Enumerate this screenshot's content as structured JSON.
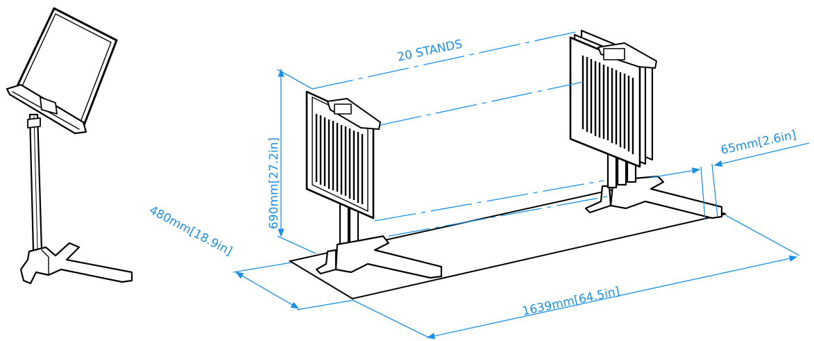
{
  "colors": {
    "dimension": "#1b8fe6",
    "ink": "#000000",
    "fill": "#ffffff"
  },
  "labels": {
    "stands_count": "20 STANDS",
    "height": "690mm[27.2in]",
    "depth": "480mm[18.9in]",
    "length": "1639mm[64.5in]",
    "spacing": "65mm[2.6in]"
  }
}
